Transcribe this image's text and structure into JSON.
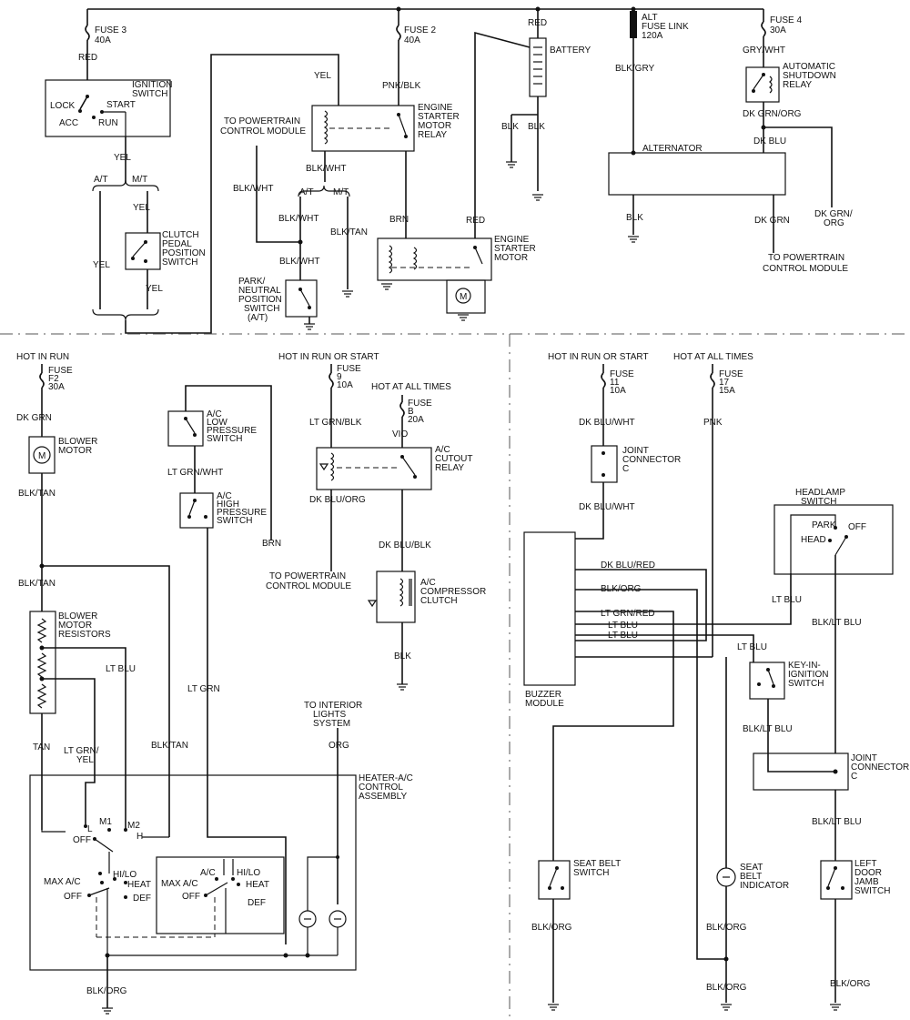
{
  "labels": {
    "fuse3": [
      "FUSE 3",
      "40A"
    ],
    "red_fuse3": "RED",
    "ign_switch": [
      "IGNITION",
      "SWITCH"
    ],
    "lock": "LOCK",
    "start": "START",
    "acc": "ACC",
    "run": "RUN",
    "yel_ign": "YEL",
    "at1": "A/T",
    "mt1": "M/T",
    "yel_mt": "YEL",
    "yel_at": "YEL",
    "clutch": [
      "CLUTCH",
      "PEDAL",
      "POSITION",
      "SWITCH"
    ],
    "yel_clutch": "YEL",
    "fuse2": [
      "FUSE 2",
      "40A"
    ],
    "yel_top": "YEL",
    "pnk_blk": "PNK/BLK",
    "starter_relay": [
      "ENGINE",
      "STARTER",
      "MOTOR",
      "RELAY"
    ],
    "to_pcm1": [
      "TO POWERTRAIN",
      "CONTROL MODULE"
    ],
    "blk_wht_a": "BLK/WHT",
    "blk_wht_b": "BLK/WHT",
    "at2": "A/T",
    "mt2": "M/T",
    "blk_wht_c": "BLK/WHT",
    "blk_tan": "BLK/TAN",
    "blk_wht_d": "BLK/WHT",
    "park_neutral": [
      "PARK/",
      "NEUTRAL",
      "POSITION",
      "SWITCH",
      "(A/T)"
    ],
    "red_batt": "RED",
    "battery": "BATTERY",
    "blk_b1": "BLK",
    "blk_b2": "BLK",
    "brn": "BRN",
    "red_starter": "RED",
    "starter_motor": [
      "ENGINE",
      "STARTER",
      "MOTOR"
    ],
    "alt_fuse": [
      "ALT",
      "FUSE LINK",
      "120A"
    ],
    "blk_gry": "BLK/GRY",
    "alternator": "ALTERNATOR",
    "blk_alt": "BLK",
    "fuse4": [
      "FUSE 4",
      "30A"
    ],
    "gry_wht": "GRY/WHT",
    "asd_relay": [
      "AUTOMATIC",
      "SHUTDOWN",
      "RELAY"
    ],
    "dk_grn_org": "DK GRN/ORG",
    "dk_blu": "DK BLU",
    "dk_grn": "DK GRN",
    "dk_grn_org2": [
      "DK GRN/",
      "ORG"
    ],
    "to_pcm2": [
      "TO POWERTRAIN",
      "CONTROL MODULE"
    ],
    "hot_in_run": "HOT IN RUN",
    "fuse_f2": [
      "FUSE",
      "F2",
      "30A"
    ],
    "dk_grn2": "DK GRN",
    "blower_motor": [
      "BLOWER",
      "MOTOR"
    ],
    "blk_tan_1": "BLK/TAN",
    "blk_tan_2": "BLK/TAN",
    "blower_resistors": [
      "BLOWER",
      "MOTOR",
      "RESISTORS"
    ],
    "lt_blu_1": "LT BLU",
    "tan": "TAN",
    "lt_grn_yel": [
      "LT GRN/",
      "YEL"
    ],
    "blk_tan_3": "BLK/TAN",
    "ac_low": [
      "A/C",
      "LOW",
      "PRESSURE",
      "SWITCH"
    ],
    "lt_grn_wht": "LT GRN/WHT",
    "ac_high": [
      "A/C",
      "HIGH",
      "PRESSURE",
      "SWITCH"
    ],
    "lt_grn": "LT GRN",
    "brn2": "BRN",
    "hot_run_start1": "HOT IN RUN OR START",
    "fuse9": [
      "FUSE",
      "9",
      "10A"
    ],
    "lt_grn_blk": "LT GRN/BLK",
    "hot_all1": "HOT AT ALL TIMES",
    "fuse_b": [
      "FUSE",
      "B",
      "20A"
    ],
    "vio": "VIO",
    "cutout_relay": [
      "A/C",
      "CUTOUT",
      "RELAY"
    ],
    "dk_blu_org": "DK BLU/ORG",
    "dk_blu_blk": "DK BLU/BLK",
    "to_pcm3": [
      "TO POWERTRAIN",
      "CONTROL MODULE"
    ],
    "compressor": [
      "A/C",
      "COMPRESSOR",
      "CLUTCH"
    ],
    "blk_comp": "BLK",
    "to_interior": [
      "TO INTERIOR",
      "LIGHTS",
      "SYSTEM"
    ],
    "org": "ORG",
    "heater_ctrl": [
      "HEATER-A/C",
      "CONTROL",
      "ASSEMBLY"
    ],
    "m1": "M1",
    "m2": "M2",
    "l": "L",
    "h": "H",
    "off1": "OFF",
    "hi_lo1": "HI/LO",
    "max_ac1": "MAX A/C",
    "heat1": "HEAT",
    "off2": "OFF",
    "def1": "DEF",
    "ac2": "A/C",
    "hi_lo2": "HI/LO",
    "max_ac2": "MAX A/C",
    "heat2": "HEAT",
    "off3": "OFF",
    "def2": "DEF",
    "blk_org_heater": "BLK/ORG",
    "hot_run_start2": "HOT IN RUN OR START",
    "fuse11": [
      "FUSE",
      "11",
      "10A"
    ],
    "hot_all2": "HOT AT ALL TIMES",
    "fuse17": [
      "FUSE",
      "17",
      "15A"
    ],
    "dk_blu_wht1": "DK BLU/WHT",
    "joint_c1": [
      "JOINT",
      "CONNECTOR",
      "C"
    ],
    "pnk": "PNK",
    "dk_blu_wht2": "DK BLU/WHT",
    "dk_blu_red": "DK BLU/RED",
    "blk_org_bz": "BLK/ORG",
    "lt_grn_red": "LT GRN/RED",
    "lt_blu_bz1": "LT BLU",
    "lt_blu_bz2": "LT BLU",
    "buzzer": [
      "BUZZER",
      "MODULE"
    ],
    "headlamp_switch": [
      "HEADLAMP",
      "SWITCH"
    ],
    "park": "PARK",
    "head": "HEAD",
    "off_hl": "OFF",
    "lt_blu_hl": "LT BLU",
    "blk_lt_blu1": "BLK/LT BLU",
    "lt_blu_key": "LT BLU",
    "key_in": [
      "KEY-IN-",
      "IGNITION",
      "SWITCH"
    ],
    "blk_lt_blu2": "BLK/LT BLU",
    "joint_c2": [
      "JOINT",
      "CONNECTOR",
      "C"
    ],
    "blk_lt_blu3": "BLK/LT BLU",
    "seat_belt_sw": [
      "SEAT BELT",
      "SWITCH"
    ],
    "seat_belt_ind": [
      "SEAT",
      "BELT",
      "INDICATOR"
    ],
    "door_jamb": [
      "LEFT",
      "DOOR",
      "JAMB",
      "SWITCH"
    ],
    "blk_org_1": "BLK/ORG",
    "blk_org_2": "BLK/ORG",
    "blk_org_3": "BLK/ORG",
    "blk_org_4": "BLK/ORG"
  }
}
